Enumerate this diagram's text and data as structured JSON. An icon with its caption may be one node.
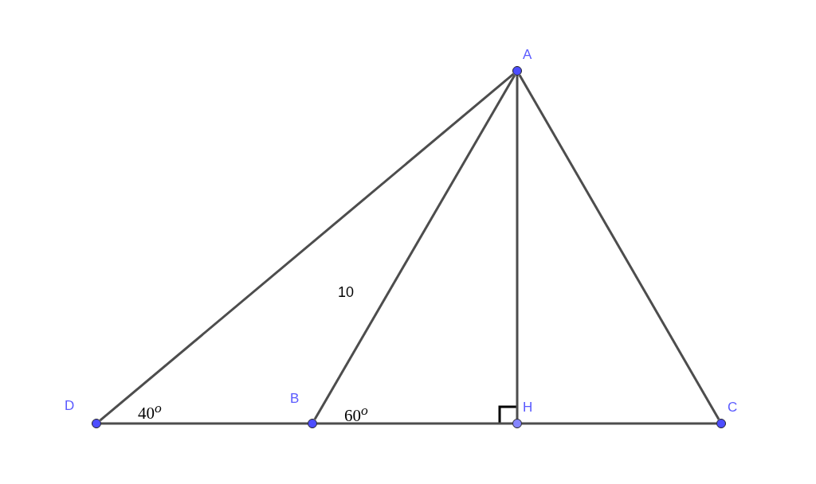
{
  "diagram": {
    "nodes": [
      {
        "text": [],
        "shape": "circle",
        "beside": [
          "A"
        ]
      },
      {
        "text": [],
        "shape": "circle",
        "beside": [
          "D"
        ]
      },
      {
        "text": [],
        "shape": "circle",
        "beside": [
          "B"
        ]
      },
      {
        "text": [],
        "shape": "circle",
        "beside": [
          "H"
        ]
      },
      {
        "text": [],
        "shape": "circle",
        "beside": [
          "C"
        ]
      }
    ],
    "edges": [
      {
        "from": 1,
        "to": 0,
        "arrow": "none"
      },
      {
        "from": 2,
        "to": 0,
        "arrow": "none"
      },
      {
        "from": 3,
        "to": 0,
        "arrow": "none"
      },
      {
        "from": 4,
        "to": 0,
        "arrow": "none"
      },
      {
        "from": 1,
        "to": 2,
        "arrow": "none"
      },
      {
        "from": 2,
        "to": 3,
        "arrow": "none"
      },
      {
        "from": 3,
        "to": 4,
        "arrow": "none"
      }
    ],
    "labels": [
      "10",
      "40$^{o}$",
      "60$^{o}$"
    ]
  }
}
